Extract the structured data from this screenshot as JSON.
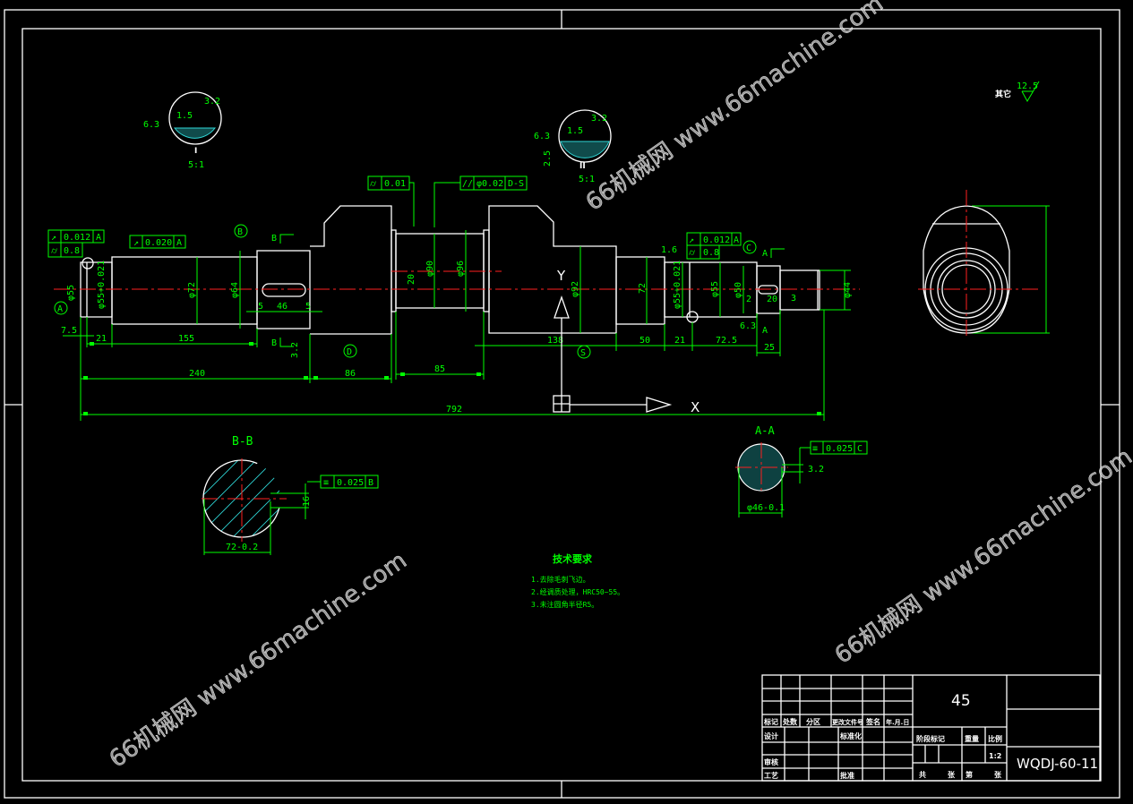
{
  "title_block": {
    "material": "45",
    "drawing_code": "WQDJ-60-11",
    "scale": "1:2",
    "headers": {
      "mark": "标记",
      "count": "处数",
      "zone": "分区",
      "change_doc": "更改文件号",
      "sign": "签名",
      "date": "年.月.日"
    },
    "roles": {
      "design": "设计",
      "standard": "标准化",
      "review": "审核",
      "process": "工艺",
      "approve": "批准"
    },
    "stage_mark": "阶段标记",
    "weight": "重量",
    "ratio": "比例",
    "total": "共",
    "sheets": "张",
    "page": "第",
    "sheet2": "张"
  },
  "tech_requirements": {
    "title": "技术要求",
    "items": [
      "1.去除毛刺飞边。",
      "2.经调质处理，HRC50~55。",
      "3.未注圆角半径R5。"
    ]
  },
  "roughness_other": {
    "label": "其它",
    "value": "12.5"
  },
  "detail_views": [
    {
      "mark": "I",
      "scale": "5:1",
      "r1": "6.3",
      "r2": "1.5",
      "r3": "3.2"
    },
    {
      "mark": "II",
      "scale": "5:1",
      "r1": "6.3",
      "r2": "1.5",
      "r3": "3.2",
      "depth": "2.5"
    }
  ],
  "sections": {
    "bb": "B-B",
    "aa": "A-A",
    "b": "B",
    "a": "A"
  },
  "datums": {
    "a": "A",
    "b": "B",
    "c": "C",
    "d": "D",
    "s": "S"
  },
  "tolerances": {
    "runout_left": "0.020",
    "runout_left_ref": "A",
    "stack_runout": "0.012",
    "stack_runout_ref": "A",
    "stack_cyl": "0.8",
    "cyl_mid": "0.01",
    "parallel": "φ0.02",
    "parallel_ref": "D-S",
    "runout_right": "0.012",
    "runout_right_ref": "A",
    "cyl_right": "0.8",
    "sym_b": "0.025",
    "sym_b_ref": "B",
    "sym_c": "0.025",
    "sym_c_ref": "C"
  },
  "dimensions": {
    "d7_5": "7.5",
    "d21a": "21",
    "d155": "155",
    "d240": "240",
    "d86": "86",
    "d85": "85",
    "d5": "5",
    "d46": "46",
    "d138": "138",
    "d50": "50",
    "d21b": "21",
    "d72_5": "72.5",
    "d25": "25",
    "d792": "792",
    "phi55a": "φ55",
    "phi55tol": "φ55+0.021",
    "phi72": "φ72",
    "phi64": "φ64",
    "d20a": "20",
    "phi90": "φ90",
    "phi96": "φ96",
    "phi92": "φ92",
    "d72": "72",
    "phi55b": "φ55+0.021",
    "phi55c": "φ55",
    "phi50": "φ50",
    "d2": "2",
    "d20b": "20",
    "d3": "3",
    "phi44": "φ44",
    "d16": "16",
    "d72tol": "72-0.2",
    "phi46": "φ46-0.1",
    "r32": "3.2",
    "r63": "6.3",
    "r16": "1.6",
    "r32b": "3.2"
  },
  "axes": {
    "y": "Y",
    "x": "X"
  },
  "watermark": "66机械网 www.66machine.com"
}
